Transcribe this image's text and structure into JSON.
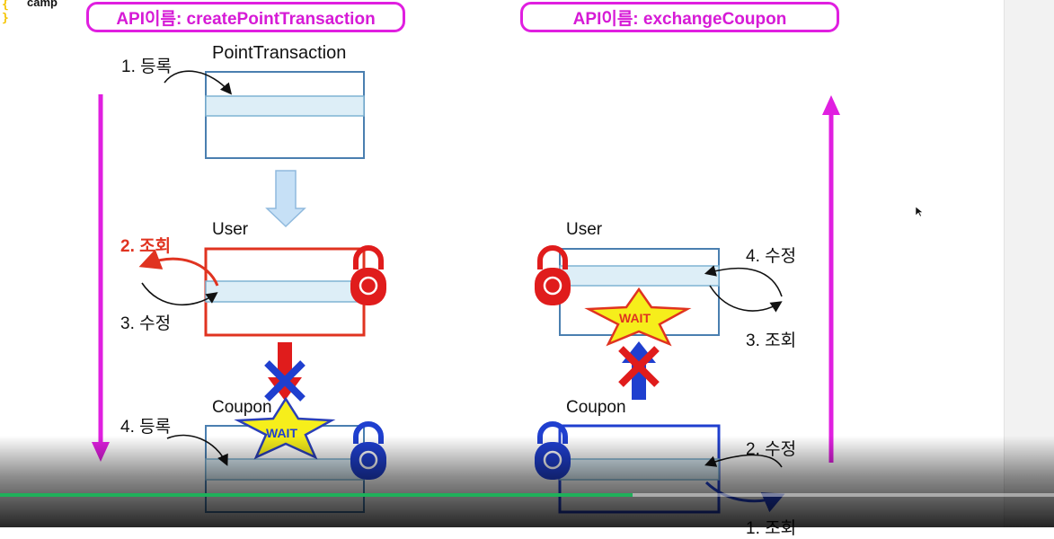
{
  "logo": {
    "mark": "{ }",
    "text": "camp"
  },
  "left_api": {
    "label": "API이름: createPointTransaction"
  },
  "right_api": {
    "label": "API이름: exchangeCoupon"
  },
  "left": {
    "table_pointtransaction": "PointTransaction",
    "table_user": "User",
    "table_coupon": "Coupon",
    "step1": "1. 등록",
    "step2": "2. 조회",
    "step3": "3. 수정",
    "step4": "4. 등록",
    "wait": "WAIT"
  },
  "right": {
    "table_user": "User",
    "table_coupon": "Coupon",
    "step4": "4. 수정",
    "step3": "3. 조회",
    "step2": "2. 수정",
    "step1": "1. 조회",
    "wait": "WAIT"
  },
  "colors": {
    "magenta": "#e01fe0",
    "red": "#e03320",
    "blue": "#1f3fcf",
    "table_border": "#4a7fb0",
    "row_fill": "#ddeef7",
    "star": "#f6ee1b"
  },
  "player": {
    "progress": 0.6
  }
}
